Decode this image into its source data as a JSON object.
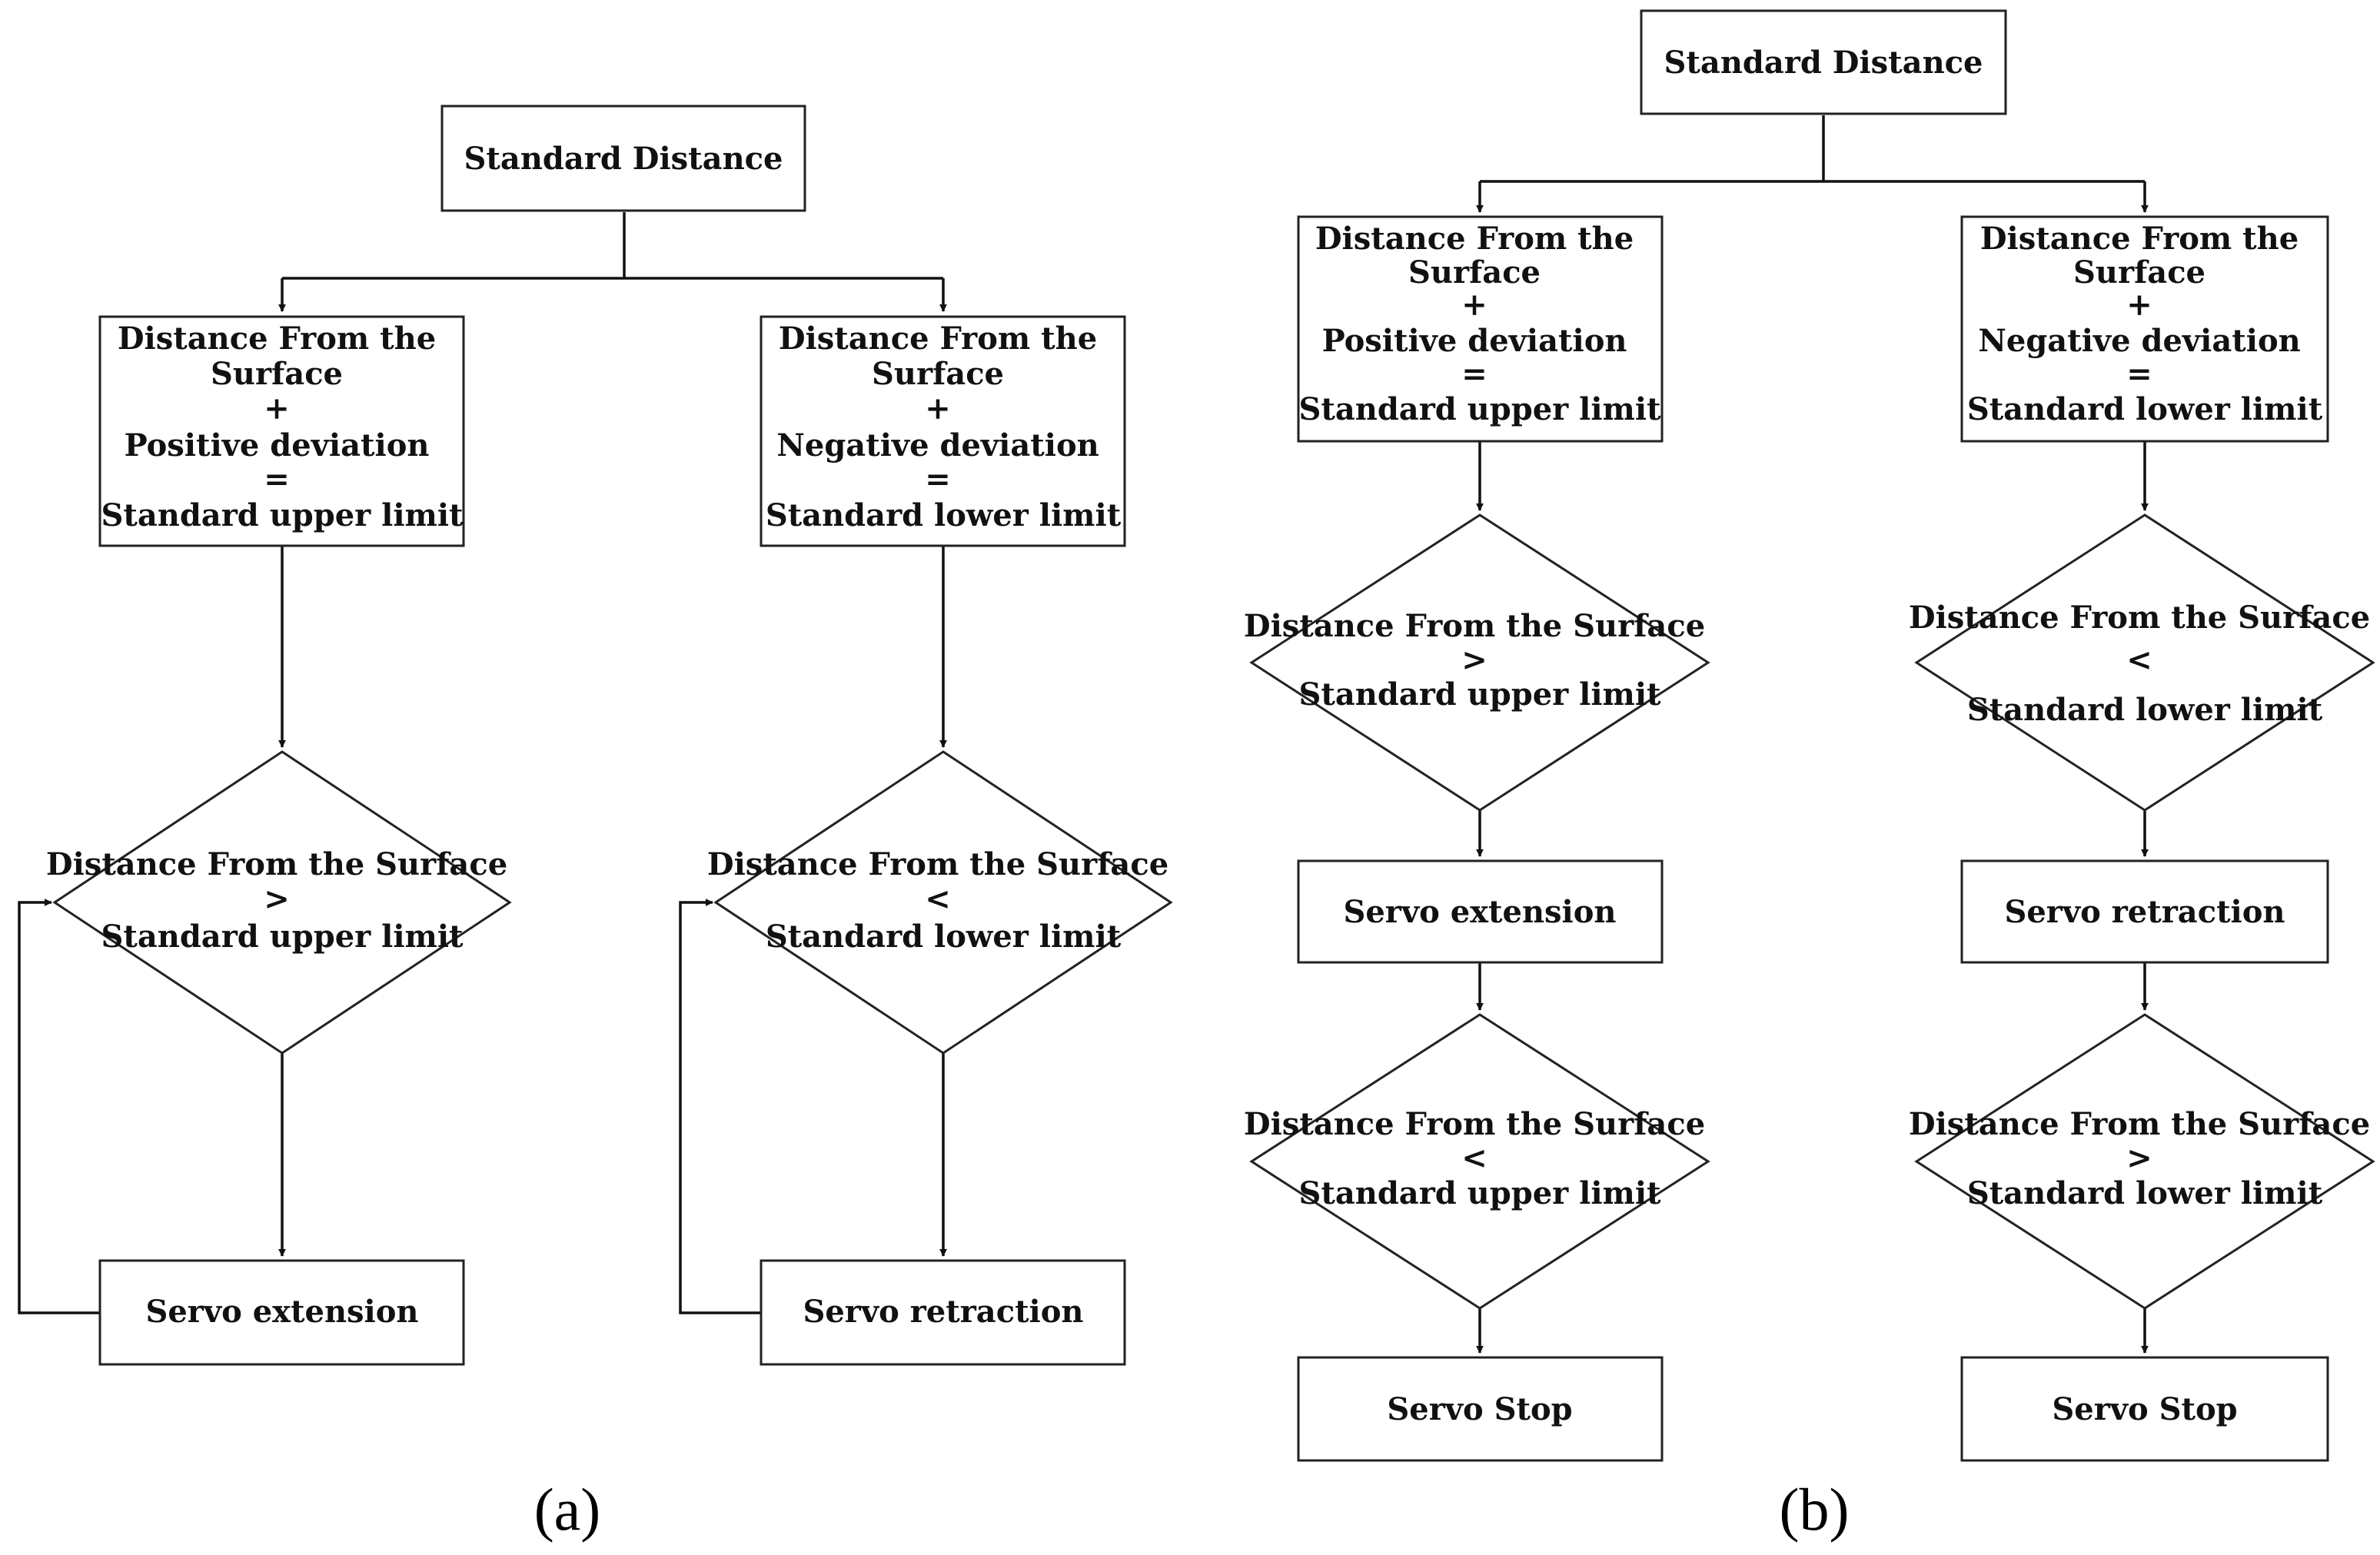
{
  "panel_a": {
    "caption": "(a)",
    "top": {
      "text": "Standard Distance"
    },
    "left_branch": {
      "sum_box": [
        "Distance From the",
        "Surface",
        "+",
        "Positive deviation",
        "=",
        "Standard upper limit"
      ],
      "decision": [
        "Distance From the Surface",
        ">",
        "Standard upper limit"
      ],
      "action": "Servo extension"
    },
    "right_branch": {
      "sum_box": [
        "Distance From the",
        "Surface",
        "+",
        "Negative deviation",
        "=",
        "Standard lower limit"
      ],
      "decision": [
        "Distance From the Surface",
        "<",
        "Standard lower limit"
      ],
      "action": "Servo retraction"
    }
  },
  "panel_b": {
    "caption": "(b)",
    "top": {
      "text": "Standard Distance"
    },
    "left_branch": {
      "sum_box": [
        "Distance From the",
        "Surface",
        "+",
        "Positive deviation",
        "=",
        "Standard upper limit"
      ],
      "decision1": [
        "Distance From the Surface",
        ">",
        "Standard upper limit"
      ],
      "action": "Servo extension",
      "decision2": [
        "Distance From the Surface",
        "<",
        "Standard upper limit"
      ],
      "stop": "Servo Stop"
    },
    "right_branch": {
      "sum_box": [
        "Distance From the",
        "Surface",
        "+",
        "Negative deviation",
        "=",
        "Standard lower limit"
      ],
      "decision1": [
        "Distance From the Surface",
        "<",
        "Standard lower limit"
      ],
      "action": "Servo retraction",
      "decision2": [
        "Distance From the Surface",
        ">",
        "Standard lower limit"
      ],
      "stop": "Servo Stop"
    }
  }
}
